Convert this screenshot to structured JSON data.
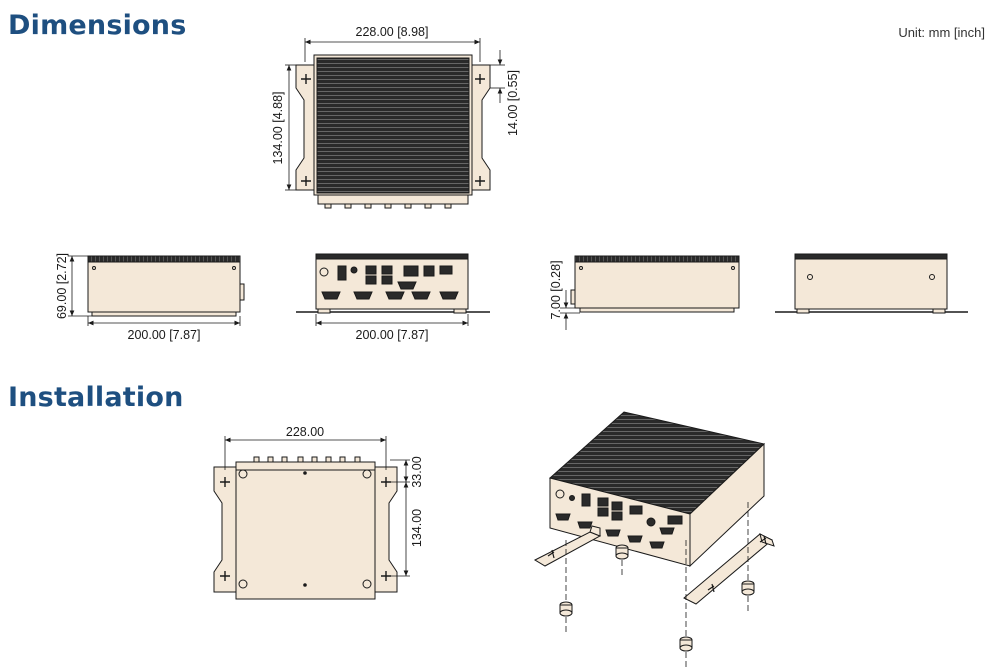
{
  "sections": {
    "dimensions_title": "Dimensions",
    "installation_title": "Installation"
  },
  "unit_note": "Unit: mm [inch]",
  "dimension_labels": {
    "top_width": "228.00 [8.98]",
    "top_height": "134.00 [4.88]",
    "top_ear": "14.00 [0.55]",
    "side_height": "69.00 [2.72]",
    "side_depth": "200.00 [7.87]",
    "front_width": "200.00 [7.87]",
    "side2_foot": "7.00 [0.28]"
  },
  "installation_labels": {
    "width": "228.00",
    "ear": "33.00",
    "height": "134.00"
  },
  "colors": {
    "title": "#1e4f80",
    "body_fill": "#f4e8d8",
    "dark_fill": "#2a2a2a",
    "line": "#1a1a1a"
  }
}
